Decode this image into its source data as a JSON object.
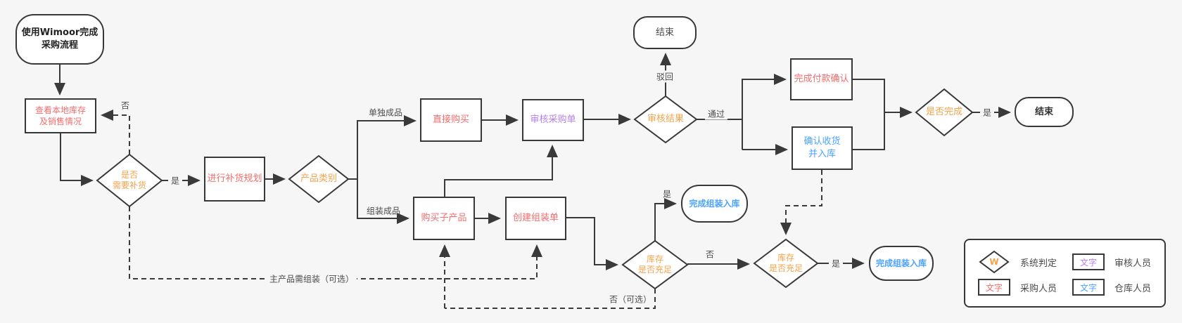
{
  "title": "使用Wimoor完成采购流程",
  "colors": {
    "background": "#f6f6f6",
    "line": "#3a3a3a",
    "buyer_red": "#f56c6c",
    "system_orange": "#f5a34c",
    "reviewer_purple": "#b77ff0",
    "warehouse_blue": "#4ba2ff",
    "label_gray": "#4a4a4a"
  },
  "nodes": {
    "start": {
      "label": "使用Wimoor完成\n采购流程"
    },
    "check_stock": {
      "label": "查看本地库存\n及销售情况"
    },
    "need_replenish": {
      "label": "是否\n需要补货"
    },
    "replenish_plan": {
      "label": "进行补货规划"
    },
    "product_category": {
      "label": "产品类别"
    },
    "direct_buy": {
      "label": "直接购买"
    },
    "review_po": {
      "label": "审核采购单"
    },
    "review_result": {
      "label": "审核结果"
    },
    "end_top": {
      "label": "结束"
    },
    "pay_confirm": {
      "label": "完成付款确认"
    },
    "receive_instock": {
      "label": "确认收货\n并入库"
    },
    "complete_q": {
      "label": "是否完成"
    },
    "end_right": {
      "label": "结束"
    },
    "buy_sub": {
      "label": "购买子产品"
    },
    "create_assembly": {
      "label": "创建组装单"
    },
    "stock_q1": {
      "label": "库存\n是否充足"
    },
    "assembly_done1": {
      "label": "完成组装入库"
    },
    "stock_q2": {
      "label": "库存\n是否充足"
    },
    "assembly_done2": {
      "label": "完成组装入库"
    }
  },
  "edge_labels": {
    "no_replenish": "否",
    "yes_replenish": "是",
    "single_product": "单独成品",
    "assembled_product": "组装成品",
    "reject": "驳回",
    "pass": "通过",
    "yes_complete": "是",
    "yes_stock1": "是",
    "no_stock1": "否",
    "yes_stock2": "是",
    "main_optional": "主产品需组装（可选）",
    "no_optional": "否（可选）"
  },
  "legend": {
    "items": [
      {
        "symbol": "diamond",
        "symbol_text": "W",
        "label": "系统判定"
      },
      {
        "symbol": "rect",
        "symbol_text": "文字",
        "label": "审核人员"
      },
      {
        "symbol": "rect",
        "symbol_text": "文字",
        "label": "采购人员"
      },
      {
        "symbol": "rect",
        "symbol_text": "文字",
        "label": "仓库人员"
      }
    ]
  }
}
